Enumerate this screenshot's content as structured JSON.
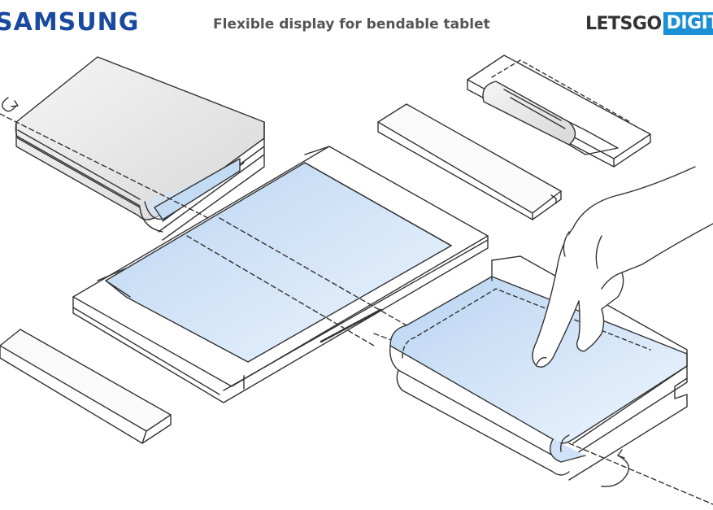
{
  "header": {
    "brand_left": "SAMSUNG",
    "title": "Flexible display for bendable tablet",
    "brand_right_a": "LETSGO",
    "brand_right_b": "DIGITAL"
  },
  "colors": {
    "brand_left": "#1a4aa0",
    "brand_right_bg": "#1a8fd6",
    "line": "#333333",
    "screen": "#cfe2f7"
  },
  "figure": {
    "subject": "patent drawing of a foldable tablet with flexible display",
    "parts": [
      "folded-device-top-left",
      "unfolded-device-center",
      "cover-strip-top",
      "cover-strip-left",
      "hinge-detail-top-right",
      "folded-device-with-hand-right"
    ]
  }
}
